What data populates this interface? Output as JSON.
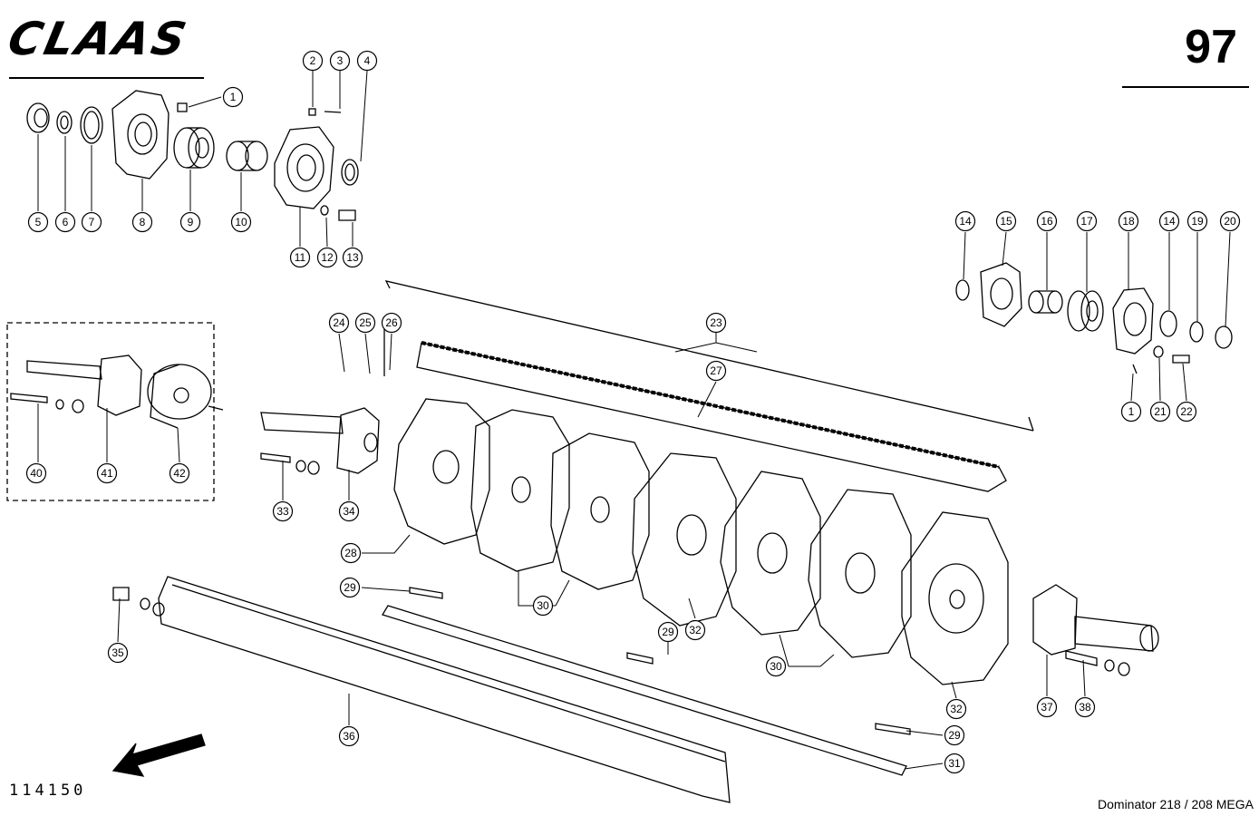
{
  "header": {
    "logo_text": "CLAAS",
    "page_number": "97"
  },
  "footer": {
    "drawing_number": "114150",
    "model": "Dominator 218 / 208 MEGA"
  },
  "callouts": [
    "1",
    "2",
    "3",
    "4",
    "5",
    "6",
    "7",
    "8",
    "9",
    "10",
    "11",
    "12",
    "13",
    "14",
    "15",
    "16",
    "17",
    "18",
    "14",
    "19",
    "20",
    "1",
    "21",
    "22",
    "23",
    "24",
    "25",
    "26",
    "27",
    "28",
    "29",
    "30",
    "32",
    "29",
    "30",
    "32",
    "31",
    "29",
    "33",
    "34",
    "35",
    "36",
    "37",
    "38",
    "40",
    "41",
    "42"
  ]
}
